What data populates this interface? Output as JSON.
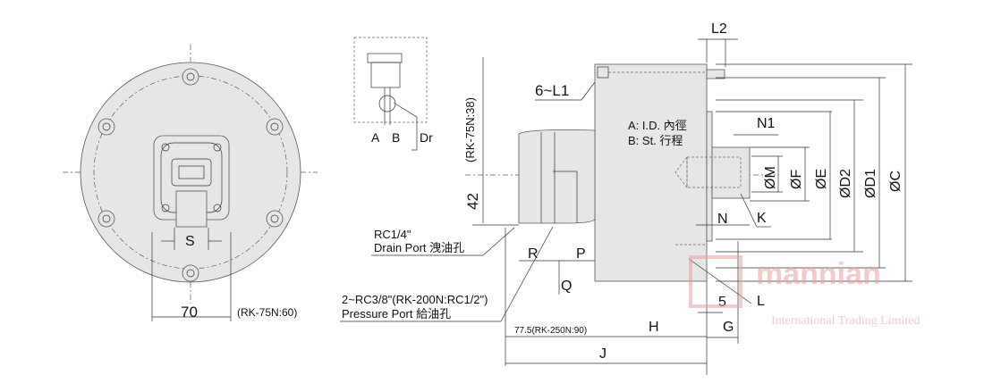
{
  "front_view": {
    "dim_s": "S",
    "dim_width": "70",
    "dim_width_note": "(RK-75N:60)"
  },
  "symbol": {
    "port_a": "A",
    "port_b": "B",
    "port_dr": "Dr"
  },
  "side_view": {
    "dim_height_note": "(RK-75N:38)",
    "dim_height": "42",
    "bolt_label": "6~L1",
    "drain_port_spec": "RC1/4\"",
    "drain_port_label": "Drain Port  洩油孔",
    "pressure_port_spec": "2~RC3/8\"(RK-200N:RC1/2\")",
    "pressure_port_label": "Pressure Port   給油孔",
    "legend_a": "A: I.D. 內徑",
    "legend_b": "B: St.  行程",
    "dims": {
      "L2": "L2",
      "N1": "N1",
      "M": "ØM",
      "F": "ØF",
      "E": "ØE",
      "D2": "ØD2",
      "D1": "ØD1",
      "C": "ØC",
      "N": "N",
      "K": "K",
      "L": "L",
      "five": "5",
      "G": "G",
      "H": "H",
      "J": "J",
      "R": "R",
      "P": "P",
      "Q": "Q",
      "len_note": "77.5(RK-250N:90)"
    }
  },
  "watermark": {
    "brand": "mannian",
    "subtitle": "International Trading Limited",
    "color": "#e8a0a0"
  }
}
